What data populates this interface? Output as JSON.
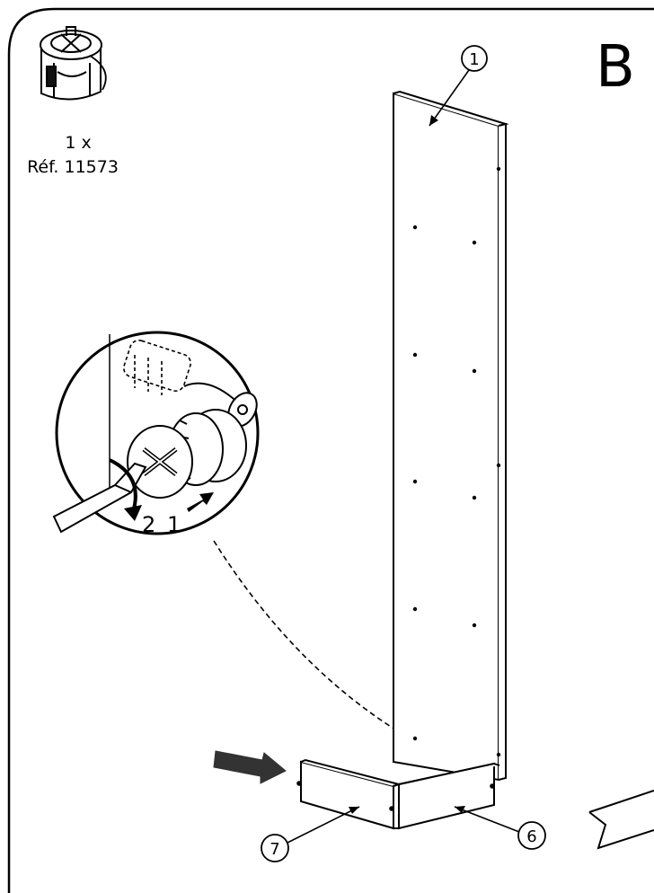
{
  "step_letter": "B",
  "hardware": {
    "quantity": "1 x",
    "reference": "Réf. 11573",
    "icon": "cam-lock-fitting-icon"
  },
  "detail": {
    "step_2": "2",
    "step_1": "1"
  },
  "part_labels": {
    "side_panel": "1",
    "base_right": "6",
    "base_left": "7"
  },
  "colors": {
    "line": "#000000",
    "arrow": "#333333",
    "background": "#ffffff"
  }
}
